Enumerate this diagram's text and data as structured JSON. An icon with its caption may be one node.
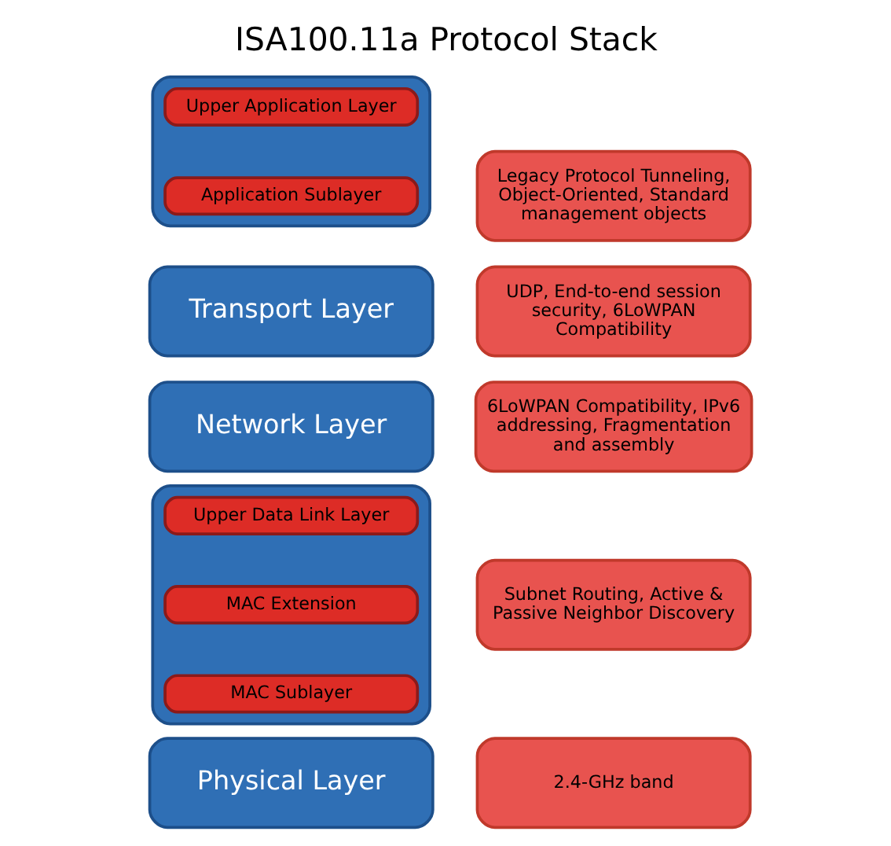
{
  "diagram": {
    "title": "ISA100.11a Protocol Stack",
    "nodes": [
      {
        "text": [],
        "shape": "box"
      },
      {
        "text": [
          "Upper Application Layer"
        ],
        "in": 0
      },
      {
        "text": [
          "Application Sublayer"
        ],
        "in": 0
      },
      {
        "text": [
          "Legacy Protocol Tunneling, Object-Oriented, Standard management objects"
        ]
      },
      {
        "text": [
          "Transport Layer"
        ]
      },
      {
        "text": [
          "UDP, End-to-end session security, 6LoWPAN Compatibility"
        ]
      },
      {
        "text": [
          "Network Layer"
        ]
      },
      {
        "text": [
          "6LoWPAN Compatibility, IPv6 addressing, Fragmentation and assembly"
        ]
      },
      {
        "text": [],
        "shape": "box"
      },
      {
        "text": [
          "Upper Data Link Layer"
        ],
        "in": 8
      },
      {
        "text": [
          "MAC Extension"
        ],
        "in": 8
      },
      {
        "text": [
          "MAC Sublayer"
        ],
        "in": 8
      },
      {
        "text": [
          "Subnet Routing, Active & Passive Neighbor Discovery"
        ]
      },
      {
        "text": [
          "Physical Layer"
        ]
      },
      {
        "text": [
          "2.4-GHz band"
        ]
      }
    ],
    "edges": []
  }
}
